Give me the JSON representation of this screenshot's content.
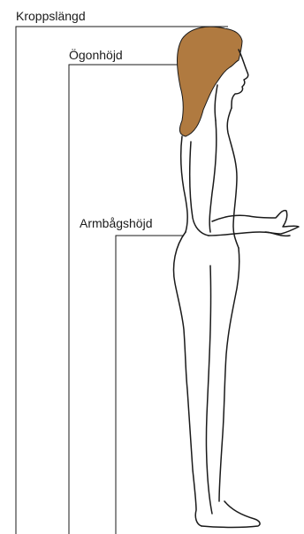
{
  "labels": {
    "body_height": "Kroppslängd",
    "eye_height": "Ögonhöjd",
    "elbow_height": "Armbågshöjd"
  },
  "colors": {
    "hair": "#b07a40",
    "line": "#1a1a1a",
    "background": "#ffffff"
  }
}
